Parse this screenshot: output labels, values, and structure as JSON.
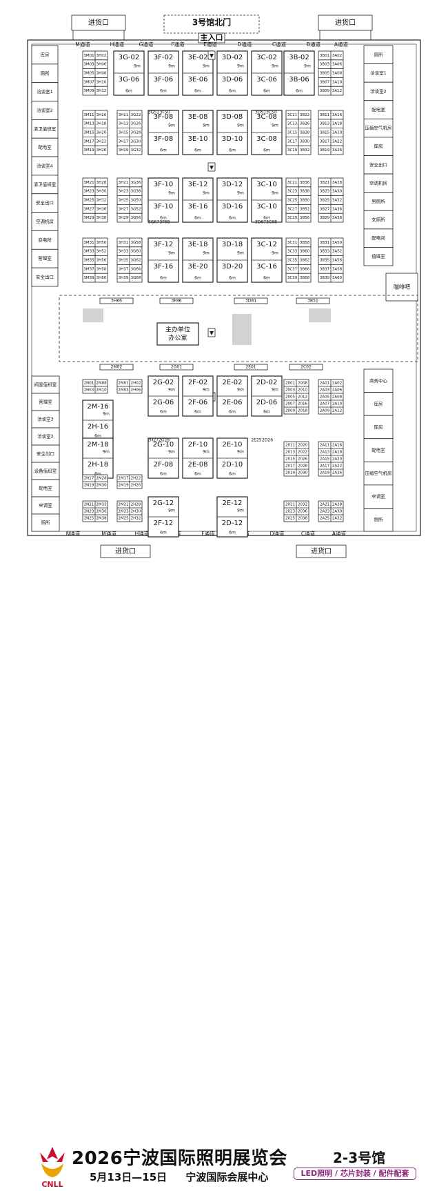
{
  "plan": {
    "north_gate": "3号馆北门",
    "main_entrance": "主入口",
    "dock_label": "进货口",
    "corridors_top": [
      "M通道",
      "H通道",
      "G通道",
      "F通道",
      "E通道",
      "D通道",
      "C通道",
      "B通道",
      "A通道"
    ],
    "corridors_bottom": [
      "N通道",
      "M通道",
      "H通道",
      "G通道",
      "F通道",
      "E通道",
      "D通道",
      "C通道",
      "A通道"
    ],
    "left_rooms_upper": [
      "库房",
      "厕所",
      "洽谈室1",
      "洽谈室2",
      "清卫值班室",
      "配电室",
      "洽谈室4",
      "清卫值班室",
      "安全出口",
      "空调机房",
      "变电所",
      "管理室",
      "安全出口"
    ],
    "right_rooms_upper": [
      "厕所",
      "洽谈室1",
      "洽谈室2",
      "配电室",
      "压缩空气机房",
      "库房",
      "安全出口",
      "空调机房",
      "男厕所",
      "女厕所",
      "配电间",
      "值班室"
    ],
    "left_rooms_lower": [
      "阀室值班室",
      "管理室",
      "洽谈室3",
      "洽谈室2",
      "安全出口",
      "设备值班室",
      "配电室",
      "空调室",
      "厕所"
    ],
    "right_rooms_lower": [
      "商务中心",
      "库房",
      "库房",
      "配电室",
      "压缩空气机房",
      "空调室",
      "厕所"
    ],
    "coffee": "咖啡吧",
    "office_line1": "主办单位",
    "office_line2": "办公室",
    "center_upper": [
      "3H66",
      "3F86",
      "3D81",
      "3B51"
    ],
    "center_lower": [
      "2M02",
      "2G01",
      "2E01",
      "2C02"
    ],
    "size9": "9m",
    "size6": "6m",
    "upper_blocks": [
      [
        "3G-02",
        "3G-06"
      ],
      [
        "3F-02",
        "3F-06"
      ],
      [
        "3E-02",
        "3E-06"
      ],
      [
        "3D-02",
        "3D-06"
      ],
      [
        "3C-02",
        "3C-06"
      ],
      [
        "3B-02",
        "3B-06"
      ],
      [
        "3F-08",
        "3F-08"
      ],
      [
        "3E-08",
        "3E-10"
      ],
      [
        "3D-08",
        "3D-10"
      ],
      [
        "3C-08",
        "3C-08"
      ],
      [
        "3F-10",
        "3F-10"
      ],
      [
        "3E-12",
        "3E-16"
      ],
      [
        "3D-12",
        "3D-16"
      ],
      [
        "3C-10",
        "3C-10"
      ],
      [
        "3F-12",
        "3F-16"
      ],
      [
        "3E-18",
        "3E-20"
      ],
      [
        "3D-18",
        "3D-20"
      ],
      [
        "3C-12",
        "3C-16"
      ]
    ],
    "upper_small": [
      [
        "3M01",
        "3H02",
        "3M03",
        "3H06",
        "3M05",
        "3H08",
        "3M07",
        "3H10",
        "3M09",
        "3H12"
      ],
      [
        "3M11",
        "3H16",
        "3M13",
        "3H18",
        "3M15",
        "3H20",
        "3M17",
        "3H22",
        "3M19",
        "3H26"
      ],
      [
        "3M21",
        "3H28",
        "3M23",
        "3H30",
        "3M25",
        "3H32",
        "3M27",
        "3H36",
        "3M29",
        "3H38"
      ],
      [
        "3M31",
        "3H50",
        "3M33",
        "3H52",
        "3M35",
        "3H56",
        "3M37",
        "3H58",
        "3M39",
        "3H60"
      ],
      [
        "3H11",
        "3G22",
        "3H13",
        "3G26",
        "3H15",
        "3G28",
        "3H17",
        "3G30",
        "3H19",
        "3G32"
      ],
      [
        "3H21",
        "3G36",
        "3H23",
        "3G38",
        "3H25",
        "3G50",
        "3H27",
        "3G52",
        "3H29",
        "3G56"
      ],
      [
        "3H31",
        "3G58",
        "3H33",
        "3G60",
        "3H35",
        "3G62",
        "3H37",
        "3G66",
        "3H39",
        "3G68"
      ],
      [
        "3C11",
        "3B22",
        "3C13",
        "3B26",
        "3C15",
        "3B28",
        "3C17",
        "3B30",
        "3C19",
        "3B32"
      ],
      [
        "3C21",
        "3B36",
        "3C23",
        "3B38",
        "3C25",
        "3B50",
        "3C27",
        "3B52",
        "3C29",
        "3B56"
      ],
      [
        "3C31",
        "3B58",
        "3C33",
        "3B60",
        "3C35",
        "3B62",
        "3C37",
        "3B66",
        "3C39",
        "3B68"
      ],
      [
        "3B01",
        "3A02",
        "3B03",
        "3A06",
        "3B05",
        "3A08",
        "3B07",
        "3A10",
        "3B09",
        "3A12"
      ],
      [
        "3B11",
        "3A16",
        "3B13",
        "3A18",
        "3B15",
        "3A20",
        "3B17",
        "3A22",
        "3B19",
        "3A26"
      ],
      [
        "3B21",
        "3A28",
        "3B23",
        "3A30",
        "3B25",
        "3A32",
        "3B27",
        "3A36",
        "3B29",
        "3A38"
      ],
      [
        "3B31",
        "3A50",
        "3B33",
        "3A52",
        "3B35",
        "3A56",
        "3B37",
        "3A58",
        "3B39",
        "3A60"
      ]
    ],
    "upper_pair_tags": [
      "3G51",
      "3F50",
      "3D51",
      "3C50",
      "3G67",
      "3F68",
      "3D67",
      "3C68"
    ],
    "lower_blocks": [
      [
        "2G-02",
        "2G-06"
      ],
      [
        "2F-02",
        "2F-06"
      ],
      [
        "2E-02",
        "2E-06"
      ],
      [
        "2D-02",
        "2D-06"
      ],
      [
        "2M-16",
        "2H-16"
      ],
      [
        "2G-10",
        "2F-08"
      ],
      [
        "2F-10",
        "2E-08"
      ],
      [
        "2E-10",
        "2D-10"
      ],
      [
        "2M-18",
        "2H-18"
      ],
      [
        "2G-12",
        "2F-12"
      ],
      [
        "2E-12",
        "2D-12"
      ]
    ],
    "lower_small": [
      [
        "2N01",
        "2M08",
        "2N03",
        "2M10"
      ],
      [
        "2M01",
        "2H02",
        "2M03",
        "2H06"
      ],
      [
        "2001",
        "2008",
        "2003",
        "2010",
        "2005",
        "2012",
        "2007",
        "2016",
        "2009",
        "2018"
      ],
      [
        "2A01",
        "2A02",
        "2A03",
        "2A06",
        "2A05",
        "2A08",
        "2A07",
        "2A10",
        "2A09",
        "2A12"
      ],
      [
        "2011",
        "2020",
        "2013",
        "2022",
        "2015",
        "2026",
        "2017",
        "2028",
        "2019",
        "2030"
      ],
      [
        "2A11",
        "2A16",
        "2A13",
        "2A18",
        "2A15",
        "2A20",
        "2A17",
        "2A22",
        "2A19",
        "2A26"
      ],
      [
        "2N17",
        "2M28",
        "2N19",
        "2M30"
      ],
      [
        "2M17",
        "2H22",
        "2M19",
        "2H26"
      ],
      [
        "2N21",
        "2M32",
        "2N23",
        "2M36",
        "2N25",
        "2M38"
      ],
      [
        "2M21",
        "2H28",
        "2M23",
        "2H30",
        "2M25",
        "2H32"
      ],
      [
        "2021",
        "2032",
        "2023",
        "2036",
        "2025",
        "2038"
      ],
      [
        "2A21",
        "2A28",
        "2A23",
        "2A30",
        "2A25",
        "2A32"
      ]
    ],
    "lower_pair_tags": [
      "2H27",
      "2G28",
      "2E25",
      "2D26"
    ]
  },
  "footer": {
    "logo_text": "CNLL",
    "title": "2026宁波国际照明展览会",
    "dates": "5月13日—15日",
    "venue": "宁波国际会展中心",
    "hall": "2-3号馆",
    "categories": "LED照明 / 芯片封装 / 配件配套"
  },
  "colors": {
    "line": "#222222",
    "accent": "#8a2a7a",
    "logo_red": "#c8102e",
    "logo_gold": "#e8a400"
  }
}
